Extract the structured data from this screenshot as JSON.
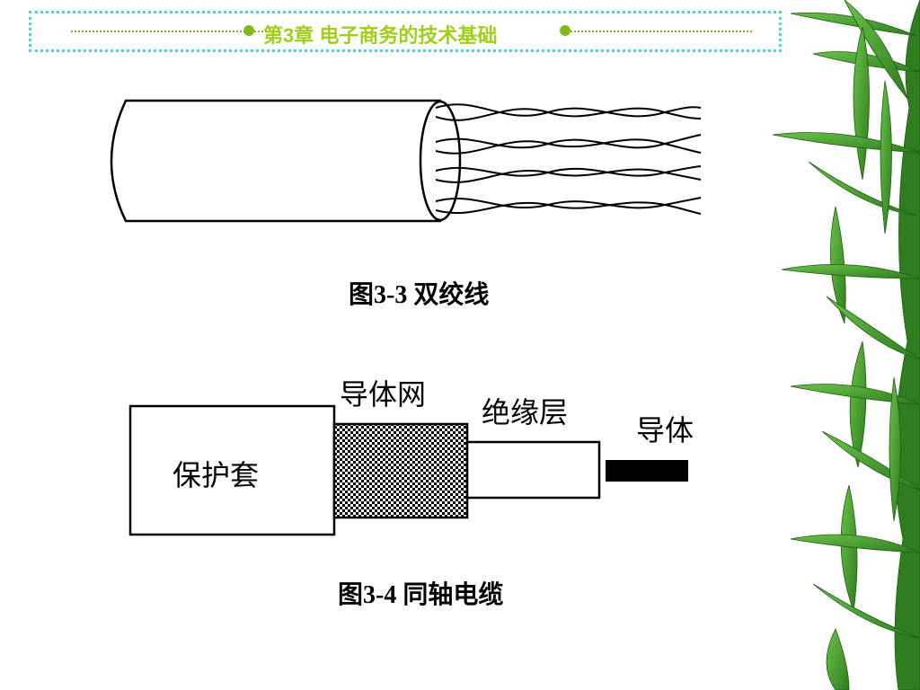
{
  "header": {
    "title": "第3章  电子商务的技术基础"
  },
  "figure1": {
    "caption": "图3-3  双绞线"
  },
  "figure2": {
    "caption": "图3-4  同轴电缆",
    "labels": {
      "jacket": "保护套",
      "mesh": "导体网",
      "insulation": "绝缘层",
      "conductor": "导体"
    }
  },
  "colors": {
    "header_border": "#4fd0e4",
    "header_title": "#9fcf1a",
    "header_dots": "#7dbb1a",
    "bamboo": "#3f9d2b"
  }
}
